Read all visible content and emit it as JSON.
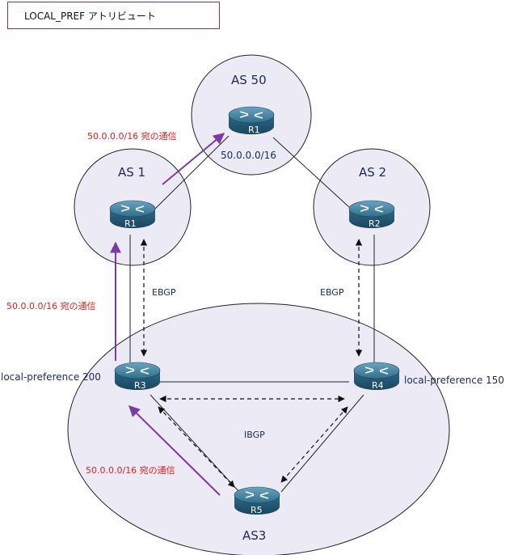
{
  "title": "LOCAL_PREF アトリビュート",
  "as_labels": {
    "as50": "AS 50",
    "as1": "AS 1",
    "as2": "AS 2",
    "as3": "AS3"
  },
  "routers": {
    "r1_as50": "R1",
    "r1_as1": "R1",
    "r2": "R2",
    "r3": "R3",
    "r4": "R4",
    "r5": "R5"
  },
  "network": "50.0.0.0/16",
  "route_labels": {
    "top": "50.0.0.0/16 宛の通信",
    "left": "50.0.0.0/16 宛の通信",
    "bottom": "50.0.0.0/16 宛の通信"
  },
  "protocols": {
    "ebgp_left": "EBGP",
    "ebgp_right": "EBGP",
    "ibgp": "IBGP"
  },
  "local_pref": {
    "r3": "local-preference 200",
    "r4": "local-preference 150"
  },
  "colors": {
    "route_arrow": "#7a3aa8",
    "route_text": "#e02020",
    "circle_fill": "#ecebf5",
    "router_body": "#2d6a87"
  }
}
